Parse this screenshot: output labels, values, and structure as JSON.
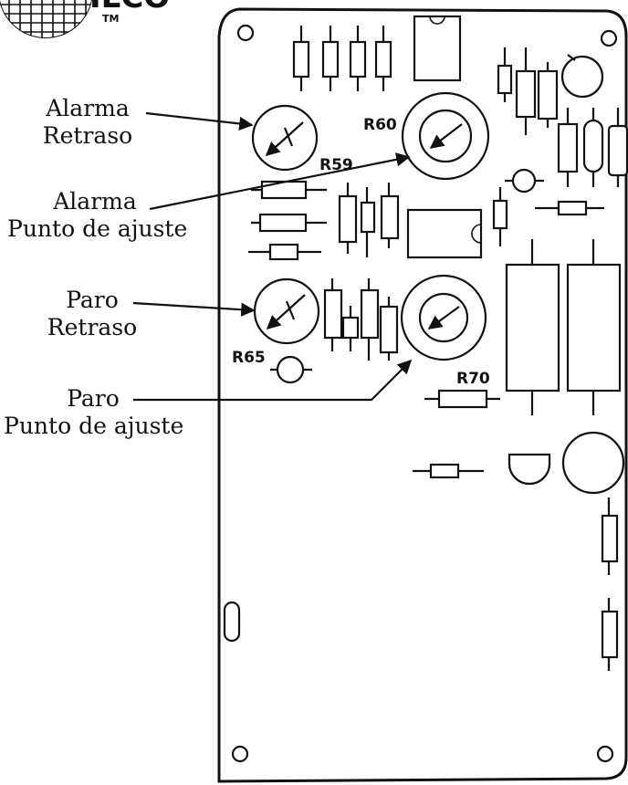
{
  "logo": {
    "text": "ILCO",
    "trademark": "TM"
  },
  "callouts": {
    "alarm_delay": {
      "line1": "Alarma",
      "line2": "Retraso"
    },
    "alarm_setpoint": {
      "line1": "Alarma",
      "line2": "Punto de ajuste"
    },
    "stop_delay": {
      "line1": "Paro",
      "line2": "Retraso"
    },
    "stop_setpoint": {
      "line1": "Paro",
      "line2": "Punto de ajuste"
    }
  },
  "refs": {
    "r59": "R59",
    "r60": "R60",
    "r65": "R65",
    "r70": "R70"
  }
}
